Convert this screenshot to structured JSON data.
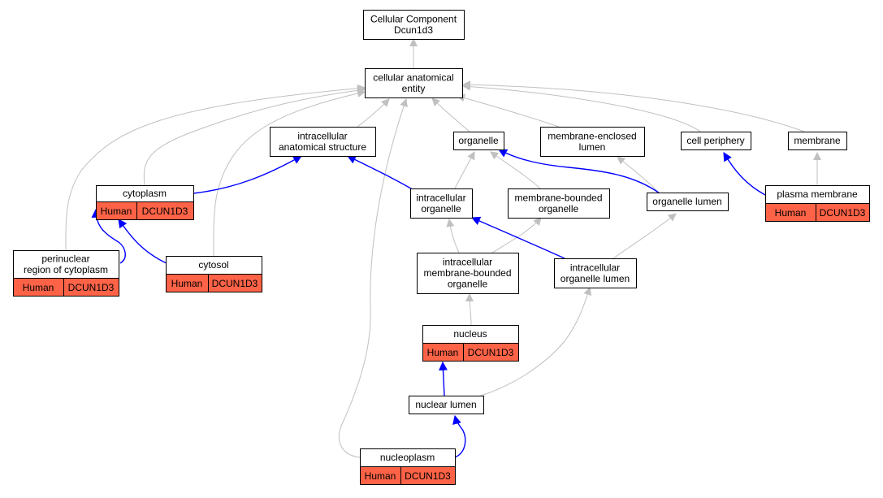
{
  "graph": {
    "root": {
      "lines": [
        "Cellular Component",
        "Dcun1d3"
      ]
    },
    "nodes": {
      "cae": {
        "lines": [
          "cellular anatomical",
          "entity"
        ]
      },
      "ias": {
        "lines": [
          "intracellular",
          "anatomical structure"
        ]
      },
      "organelle": {
        "lines": [
          "organelle"
        ]
      },
      "mel": {
        "lines": [
          "membrane-enclosed",
          "lumen"
        ]
      },
      "cellper": {
        "lines": [
          "cell periphery"
        ]
      },
      "membrane": {
        "lines": [
          "membrane"
        ]
      },
      "cytoplasm": {
        "lines": [
          "cytoplasm"
        ],
        "annot": [
          "Human",
          "DCUN1D3"
        ]
      },
      "io": {
        "lines": [
          "intracellular",
          "organelle"
        ]
      },
      "mbo": {
        "lines": [
          "membrane-bounded",
          "organelle"
        ]
      },
      "orglumen": {
        "lines": [
          "organelle lumen"
        ]
      },
      "pm": {
        "lines": [
          "plasma membrane"
        ],
        "annot": [
          "Human",
          "DCUN1D3"
        ]
      },
      "perinuc": {
        "lines": [
          "perinuclear",
          "region of cytoplasm"
        ],
        "annot": [
          "Human",
          "DCUN1D3"
        ]
      },
      "cytosol": {
        "lines": [
          "cytosol"
        ],
        "annot": [
          "Human",
          "DCUN1D3"
        ]
      },
      "imbo": {
        "lines": [
          "intracellular",
          "membrane-bounded",
          "organelle"
        ]
      },
      "iol": {
        "lines": [
          "intracellular",
          "organelle lumen"
        ]
      },
      "nucleus": {
        "lines": [
          "nucleus"
        ],
        "annot": [
          "Human",
          "DCUN1D3"
        ]
      },
      "nuclumen": {
        "lines": [
          "nuclear lumen"
        ]
      },
      "nucleoplasm": {
        "lines": [
          "nucleoplasm"
        ],
        "annot": [
          "Human",
          "DCUN1D3"
        ]
      }
    },
    "colors": {
      "annotation_fill": "#ff6347",
      "part_of_edge": "#0000ff",
      "is_a_edge": "#c0c0c0"
    }
  }
}
